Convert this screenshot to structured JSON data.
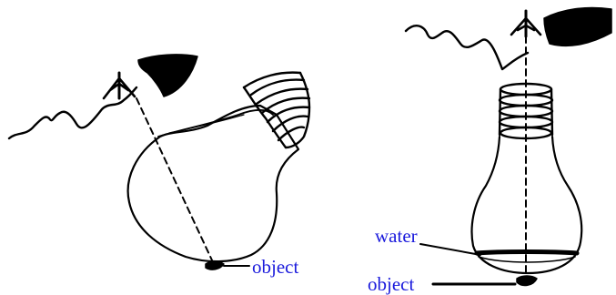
{
  "labels": {
    "object_left": "object",
    "water": "water",
    "object_right": "object"
  },
  "colors": {
    "ink": "#000000",
    "label": "#1a1adc",
    "background": "#ffffff"
  }
}
